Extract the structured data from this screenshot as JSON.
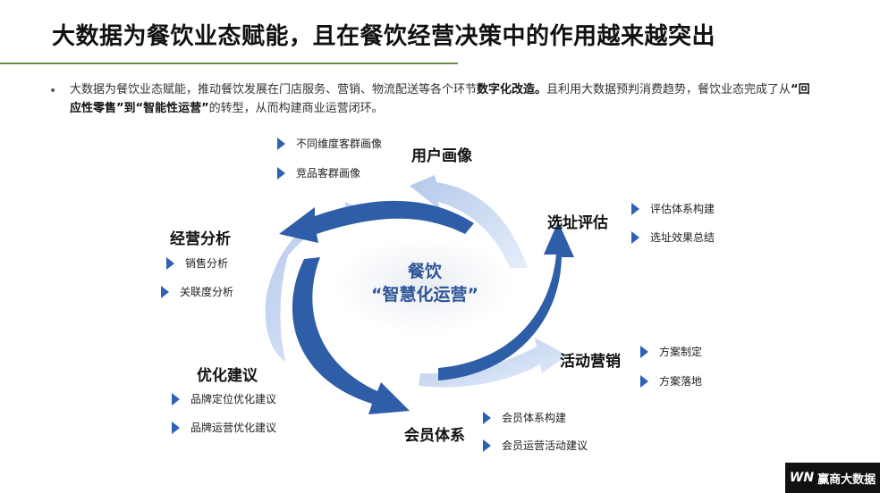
{
  "title": "大数据为餐饮业态赋能，且在餐饮经营决策中的作用越来越突出",
  "intro": {
    "bullet": "•",
    "p1": "大数据为餐饮业态赋能，推动餐饮发展在门店服务、营销、物流配送等各个环节",
    "b1": "数字化改造。",
    "p2": "且利用大数据预判消费趋势，餐饮业态完成了从",
    "b2": "“回应性零售”到“智能性运营”",
    "p3": "的转型，从而构建商业运营闭环。"
  },
  "center": {
    "line1": "餐饮",
    "line2": "“智慧化运营”"
  },
  "nodes": {
    "user_profile": {
      "label": "用户画像",
      "items": [
        "不同维度客群画像",
        "竞品客群画像"
      ]
    },
    "site_eval": {
      "label": "选址评估",
      "items": [
        "评估体系构建",
        "选址效果总结"
      ]
    },
    "campaign": {
      "label": "活动营销",
      "items": [
        "方案制定",
        "方案落地"
      ]
    },
    "membership": {
      "label": "会员体系",
      "items": [
        "会员体系构建",
        "会员运营活动建议"
      ]
    },
    "optimize": {
      "label": "优化建议",
      "items": [
        "品牌定位优化建议",
        "品牌运营优化建议"
      ]
    },
    "analysis": {
      "label": "经营分析",
      "items": [
        "销售分析",
        "关联度分析"
      ]
    }
  },
  "logo": {
    "mark": "WN",
    "text": "赢商大数据"
  },
  "colors": {
    "dark_blue": "#2e5ea8",
    "light_blue": "#c9d8f0",
    "accent_green": "#6e8a4e"
  }
}
